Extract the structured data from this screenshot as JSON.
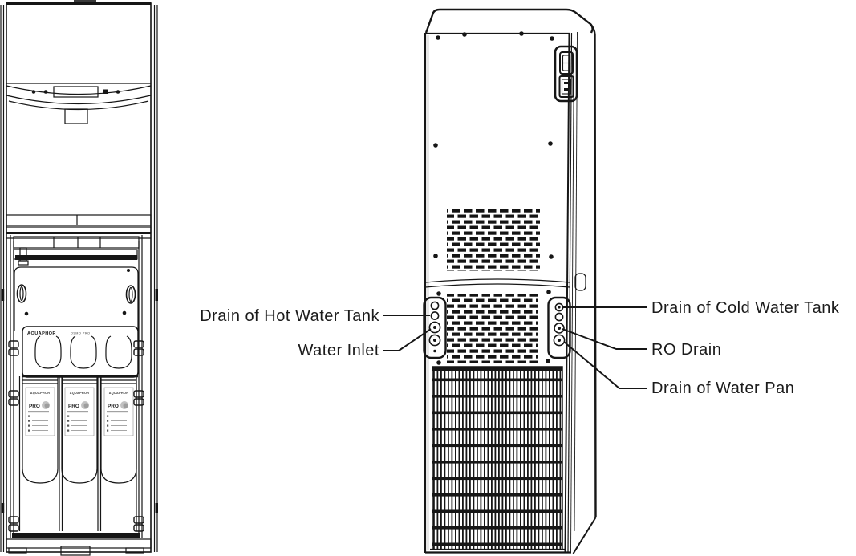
{
  "callouts": {
    "hot_drain": "Drain of Hot Water Tank",
    "water_inlet": "Water Inlet",
    "cold_drain": "Drain of Cold Water Tank",
    "ro_drain": "RO Drain",
    "pan_drain": "Drain of Water Pan"
  },
  "front_view": {
    "manifold_brand": "AQUAPHOR",
    "manifold_model": "OSMO PRO",
    "filters": [
      {
        "brand": "AQUAPHOR",
        "series": "PRO"
      },
      {
        "brand": "AQUAPHOR",
        "series": "PRO"
      },
      {
        "brand": "AQUAPHOR",
        "series": "PRO"
      }
    ]
  },
  "colors": {
    "line": "#161616",
    "label_text": "#1b1b1b",
    "background": "#ffffff",
    "filter_sphere": "#b8b8b8"
  }
}
